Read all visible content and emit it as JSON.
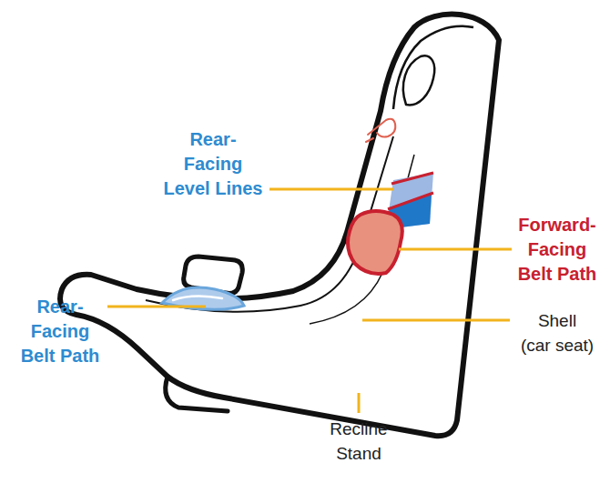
{
  "diagram": {
    "labels": [
      "Rear-Facing Level Lines",
      "Rear-Facing Belt Path",
      "Forward-Facing Belt Path",
      "Shell (car seat)",
      "Recline Stand"
    ]
  }
}
